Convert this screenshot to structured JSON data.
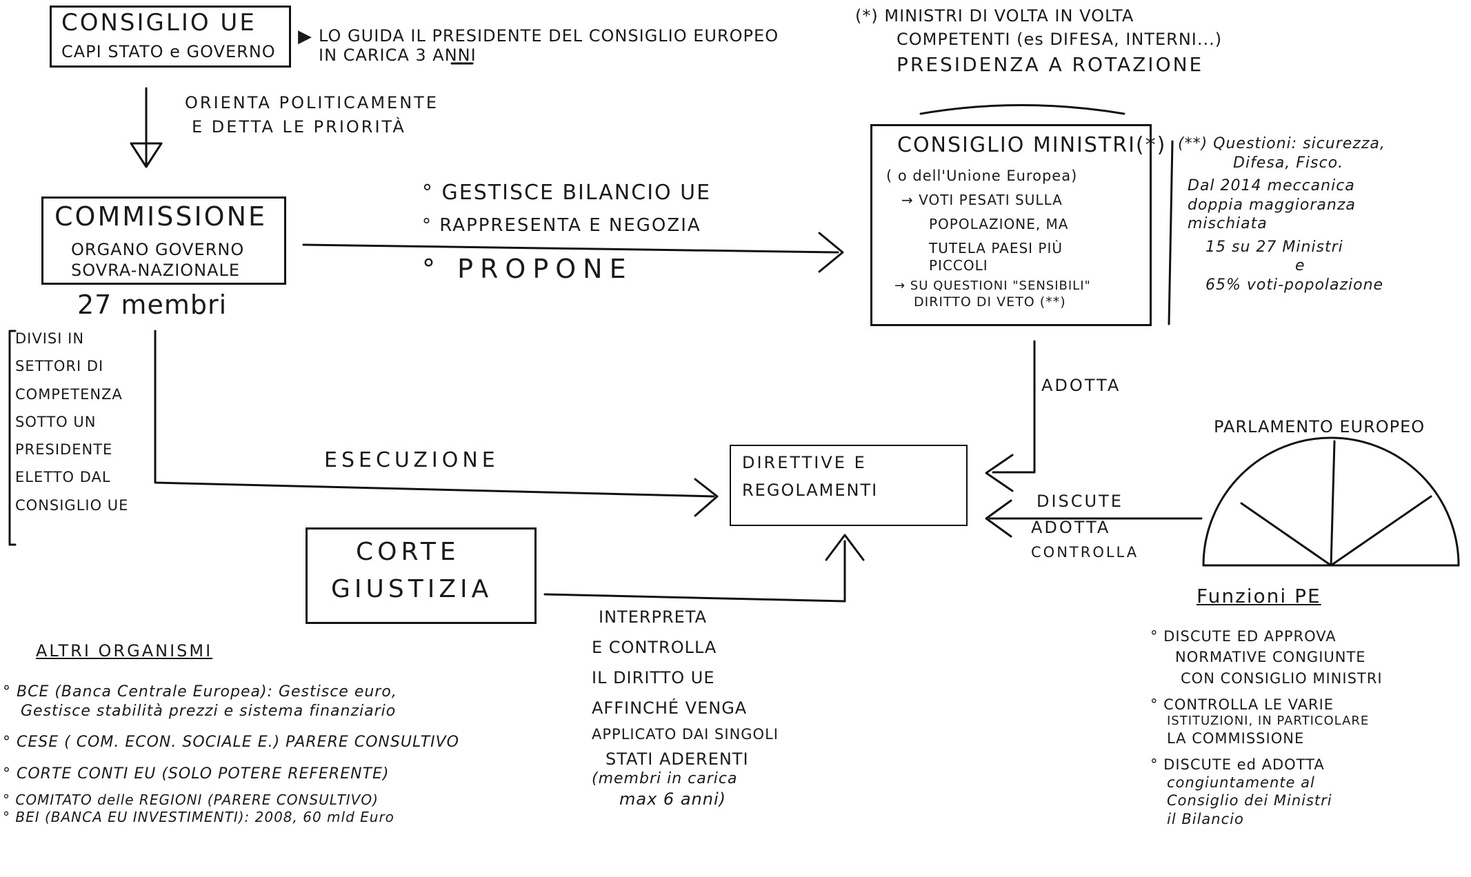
{
  "consiglio_ue": {
    "title": "CONSIGLIO UE",
    "subtitle": "CAPI STATO e GOVERNO",
    "note_1": "LO GUIDA IL PRESIDENTE DEL CONSIGLIO EUROPEO",
    "note_2": "IN CARICA 3 ANNI",
    "arrow_label_1": "ORIENTA POLITICAMENTE",
    "arrow_label_2": "E DETTA LE PRIORITÀ"
  },
  "commissione": {
    "title": "COMMISSIONE",
    "subtitle_1": "ORGANO GOVERNO",
    "subtitle_2": "SOVRA-NAZIONALE",
    "members": "27 membri",
    "side_note": [
      "DIVISI IN",
      "SETTORI DI",
      "COMPETENZA",
      "SOTTO UN",
      "PRESIDENTE",
      "ELETTO DAL",
      "CONSIGLIO UE"
    ],
    "to_consiglio": [
      "GESTISCE BILANCIO UE",
      "RAPPRESENTA E NEGOZIA",
      "PROPONE"
    ],
    "execution": "ESECUZIONE"
  },
  "consiglio_ministri": {
    "note_top": [
      "(*) MINISTRI DI VOLTA IN VOLTA",
      "COMPETENTI (es DIFESA, INTERNI...)",
      "PRESIDENZA A ROTAZIONE"
    ],
    "title": "CONSIGLIO MINISTRI(*)",
    "subtitle": "( o dell'Unione Europea)",
    "points": [
      "→ VOTI PESATI SULLA",
      "POPOLAZIONE, MA",
      "TUTELA PAESI PIÙ",
      "PICCOLI",
      "→ SU QUESTIONI \"SENSIBILI\"",
      "DIRITTO DI VETO (**)"
    ],
    "note_right": [
      "(**) Questioni: sicurezza,",
      "Difesa, Fisco.",
      "Dal 2014 meccanica",
      "doppia maggioranza",
      "mischiata",
      "15 su 27 Ministri",
      "e",
      "65% voti-popolazione"
    ],
    "adopt_label": "ADOTTA"
  },
  "direttive": {
    "line_1": "DIRETTIVE E",
    "line_2": "REGOLAMENTI"
  },
  "corte": {
    "line_1": "CORTE",
    "line_2": "GIUSTIZIA",
    "label": [
      "INTERPRETA",
      "E CONTROLLA",
      "IL DIRITTO UE",
      "AFFINCHÉ VENGA",
      "APPLICATO DAI SINGOLI",
      "STATI ADERENTI",
      "(membri in carica",
      "max 6 anni)"
    ]
  },
  "parlamento": {
    "title": "PARLAMENTO EUROPEO",
    "to_direttive": [
      "DISCUTE",
      "ADOTTA",
      "CONTROLLA"
    ],
    "funzioni_title": "Funzioni PE",
    "funzioni": [
      [
        "° DISCUTE ED APPROVA",
        "NORMATIVE CONGIUNTE",
        "CON CONSIGLIO MINISTRI"
      ],
      [
        "° CONTROLLA LE VARIE",
        "ISTITUZIONI, IN PARTICOLARE",
        "LA COMMISSIONE"
      ],
      [
        "° DISCUTE ed ADOTTA",
        "congiuntamente al",
        "Consiglio dei Ministri",
        "il Bilancio"
      ]
    ]
  },
  "altri_organismi": {
    "title": "ALTRI ORGANISMI",
    "items": [
      [
        "° BCE (Banca Centrale Europea): Gestisce euro,",
        "Gestisce stabilità prezzi e sistema finanziario"
      ],
      [
        "° CESE ( COM. ECON. SOCIALE E.) PARERE CONSULTIVO"
      ],
      [
        "° CORTE CONTI EU (SOLO POTERE REFERENTE)"
      ],
      [
        "° COMITATO delle REGIONI (PARERE CONSULTIVO)"
      ],
      [
        "° BEI (BANCA EU INVESTIMENTI): 2008, 60 mld Euro"
      ]
    ]
  }
}
